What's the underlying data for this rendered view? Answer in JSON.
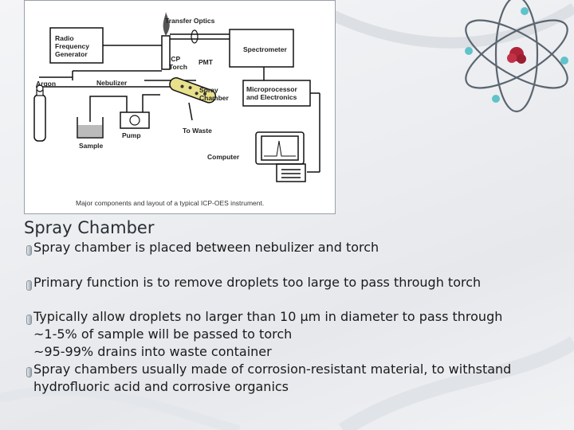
{
  "figure": {
    "labels": {
      "transfer_optics": "Transfer Optics",
      "rf_generator": "Radio\nFrequency\nGenerator",
      "spectrometer": "Spectrometer",
      "icp_torch": "ICP\nTorch",
      "pmt": "PMT",
      "argon": "Argon",
      "nebulizer": "Nebulizer",
      "spray_chamber": "Spray\nChamber",
      "microprocessor": "Microprocessor\nand Electronics",
      "sample": "Sample",
      "pump": "Pump",
      "to_waste": "To Waste",
      "computer": "Computer"
    },
    "caption": "Major components and layout of a typical ICP-OES instrument."
  },
  "slide": {
    "title": "Spray Chamber",
    "lines": [
      "Spray chamber is placed between nebulizer and torch",
      "Primary function is to remove droplets too large to pass through torch",
      "Typically allow droplets no larger than 10 µm in diameter to pass through",
      "~1-5% of sample will be passed to torch",
      "~95-99% drains into waste container",
      "Spray chambers usually made of corrosion-resistant material, to withstand",
      "hydrofluoric acid and corrosive organics"
    ]
  }
}
